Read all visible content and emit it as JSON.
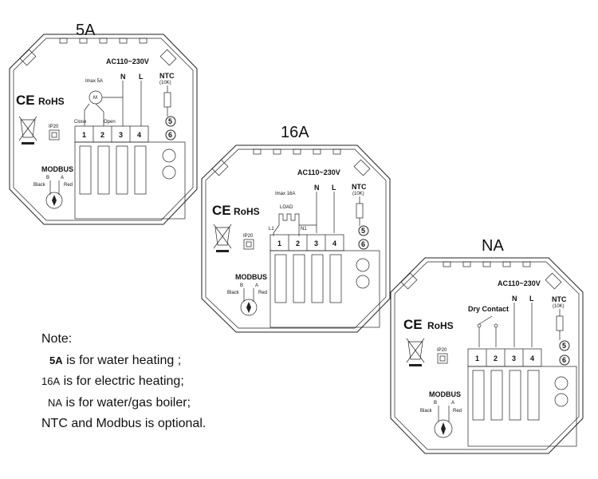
{
  "diagrams": [
    {
      "title": "5A",
      "power_label": "AC110~230V",
      "n_label": "N",
      "l_label": "L",
      "ntc_label": "NTC",
      "ntc_value": "(10K)",
      "ntc_pins": [
        "5",
        "6"
      ],
      "imax_label": "Imax 5A",
      "motor_label": "M",
      "close_label": "Close",
      "open_label": "Open",
      "terminals": [
        "1",
        "2",
        "3",
        "4"
      ],
      "ce_label": "CE",
      "rohs_label": "RoHS",
      "ip_label": "IP20",
      "modbus_label": "MODBUS",
      "modbus_b": "B",
      "modbus_a": "A",
      "black_label": "Black",
      "red_label": "Red"
    },
    {
      "title": "16A",
      "power_label": "AC110~230V",
      "n_label": "N",
      "l_label": "L",
      "ntc_label": "NTC",
      "ntc_value": "(10K)",
      "ntc_pins": [
        "5",
        "6"
      ],
      "imax_label": "Imax 16A",
      "load_label": "LOAD",
      "l1_label": "L1",
      "n1_label": "N1",
      "terminals": [
        "1",
        "2",
        "3",
        "4"
      ],
      "ce_label": "CE",
      "rohs_label": "RoHS",
      "ip_label": "IP20",
      "modbus_label": "MODBUS",
      "modbus_b": "B",
      "modbus_a": "A",
      "black_label": "Black",
      "red_label": "Red"
    },
    {
      "title": "NA",
      "power_label": "AC110~230V",
      "n_label": "N",
      "l_label": "L",
      "ntc_label": "NTC",
      "ntc_value": "(10K)",
      "ntc_pins": [
        "5",
        "6"
      ],
      "dry_contact_label": "Dry Contact",
      "terminals": [
        "1",
        "2",
        "3",
        "4"
      ],
      "ce_label": "CE",
      "rohs_label": "RoHS",
      "ip_label": "IP20",
      "modbus_label": "MODBUS",
      "modbus_b": "B",
      "modbus_a": "A",
      "black_label": "Black",
      "red_label": "Red"
    }
  ],
  "notes": {
    "heading": "Note:",
    "line1_key": "5A",
    "line1_text": " is for water heating ;",
    "line2_key": "16A",
    "line2_text": " is for electric heating;",
    "line3_key": "NA",
    "line3_text": " is for water/gas boiler;",
    "line4": "NTC and Modbus is optional."
  }
}
